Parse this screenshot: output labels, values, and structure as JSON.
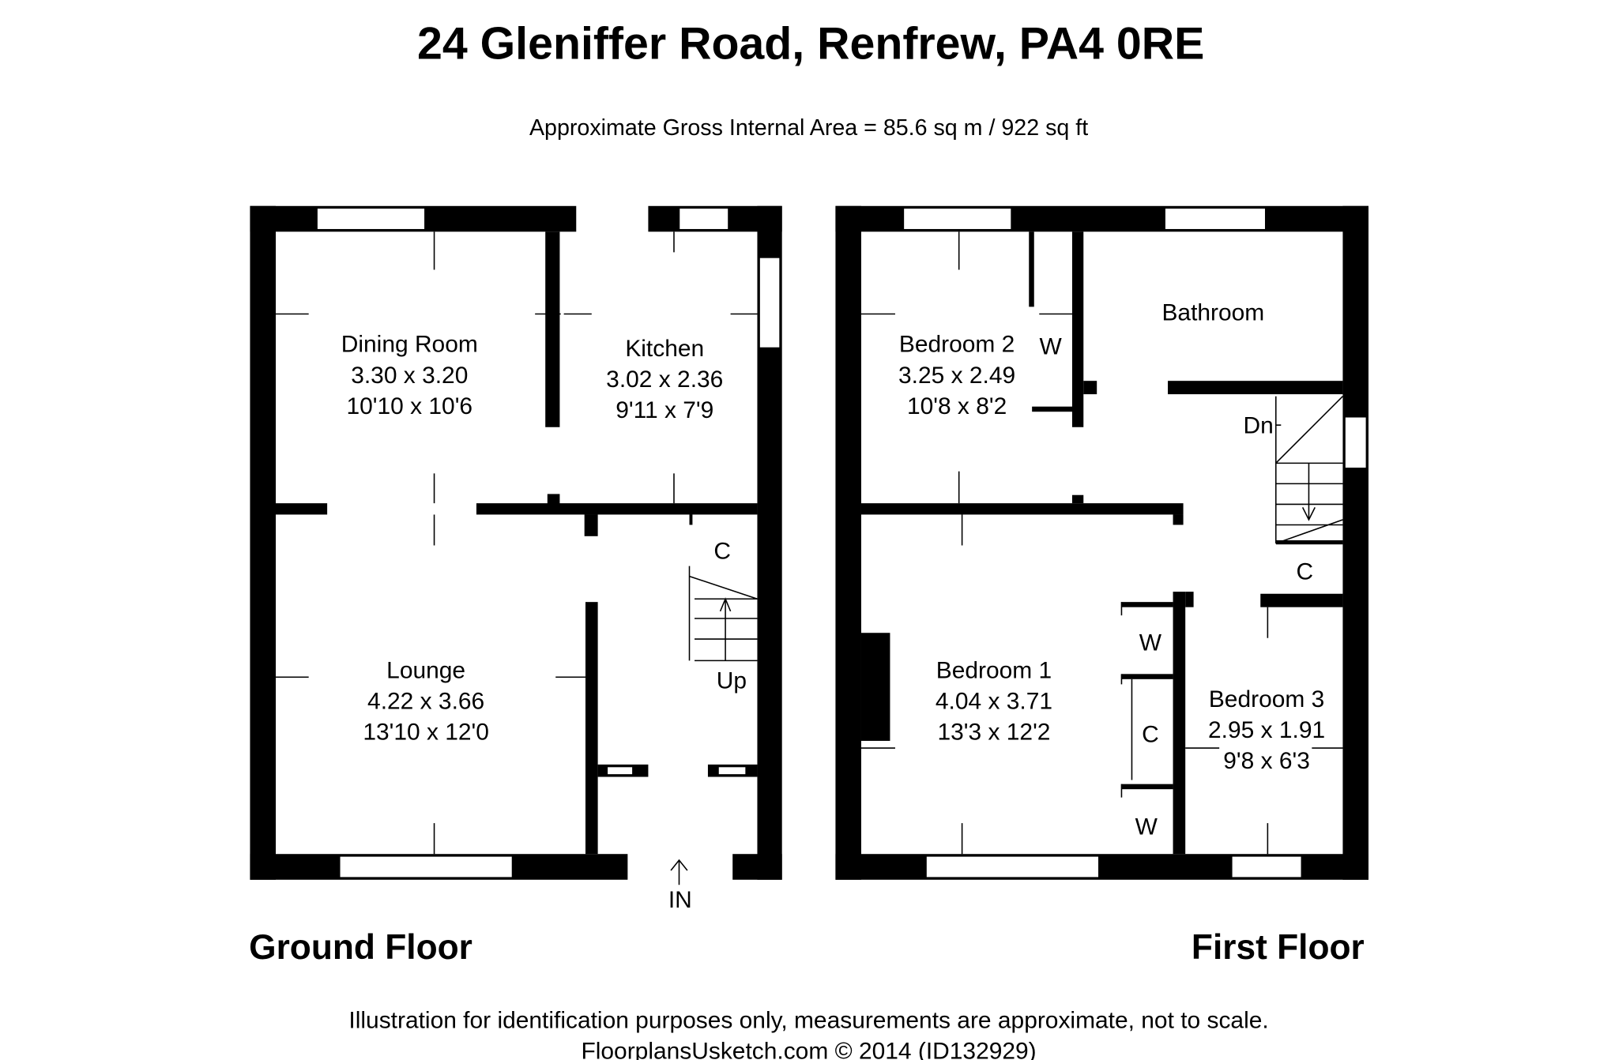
{
  "header": {
    "title": "24 Gleniffer Road, Renfrew, PA4 0RE",
    "area": "Approximate Gross Internal Area = 85.6 sq m / 922 sq ft"
  },
  "ground_floor": {
    "label": "Ground Floor",
    "rooms": [
      {
        "name": "Dining Room",
        "metric": "3.30 x 3.20",
        "imperial": "10'10 x 10'6"
      },
      {
        "name": "Kitchen",
        "metric": "3.02 x 2.36",
        "imperial": "9'11 x 7'9"
      },
      {
        "name": "Lounge",
        "metric": "4.22 x 3.66",
        "imperial": "13'10 x 12'0"
      }
    ],
    "marks": {
      "cupboard": "C",
      "stairs": "Up",
      "entrance": "IN"
    }
  },
  "first_floor": {
    "label": "First Floor",
    "rooms": [
      {
        "name": "Bedroom 2",
        "metric": "3.25 x 2.49",
        "imperial": "10'8 x 8'2"
      },
      {
        "name": "Bathroom"
      },
      {
        "name": "Bedroom 1",
        "metric": "4.04 x 3.71",
        "imperial": "13'3 x 12'2"
      },
      {
        "name": "Bedroom 3",
        "metric": "2.95 x 1.91",
        "imperial": "9'8 x 6'3"
      }
    ],
    "marks": {
      "stairs": "Dn",
      "wardrobe_bed2": "W",
      "cupboard_landing": "C",
      "wardrobe_top": "W",
      "cupboard_bed1": "C",
      "wardrobe_bottom": "W"
    }
  },
  "footer": {
    "disclaimer": "Illustration for identification purposes only, measurements are approximate, not to scale.",
    "credit": "FloorplansUsketch.com © 2014 (ID132929)"
  }
}
